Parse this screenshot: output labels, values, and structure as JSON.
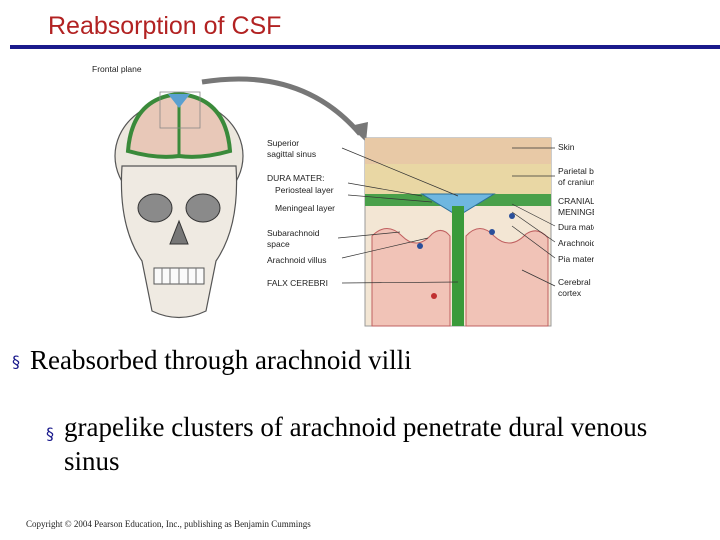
{
  "slide": {
    "title": "Reabsorption of CSF",
    "copyright": "Copyright © 2004 Pearson Education, Inc., publishing as Benjamin Cummings"
  },
  "figure": {
    "labels": {
      "frontal_plane": "Frontal plane",
      "superior_sagittal_sinus_1": "Superior",
      "superior_sagittal_sinus_2": "sagittal sinus",
      "dura_mater_heading": "DURA MATER:",
      "periosteal_layer": "Periosteal layer",
      "meningeal_layer": "Meningeal layer",
      "subarachnoid_space_1": "Subarachnoid",
      "subarachnoid_space_2": "space",
      "arachnoid_villus": "Arachnoid villus",
      "falx_cerebri": "FALX CEREBRI",
      "skin": "Skin",
      "parietal_bone_1": "Parietal bone",
      "parietal_bone_2": "of cranium",
      "cranial_meninges_1": "CRANIAL",
      "cranial_meninges_2": "MENINGES:",
      "dura_mater": "Dura mater",
      "arachnoid": "Arachnoid",
      "pia_mater": "Pia mater",
      "cerebral_cortex_1": "Cerebral",
      "cerebral_cortex_2": "cortex"
    }
  },
  "bullets": [
    {
      "marker": "§",
      "text": "Reabsorbed through arachnoid villi"
    },
    {
      "marker": "§",
      "text": "grapelike clusters of arachnoid penetrate dural venous sinus"
    }
  ]
}
